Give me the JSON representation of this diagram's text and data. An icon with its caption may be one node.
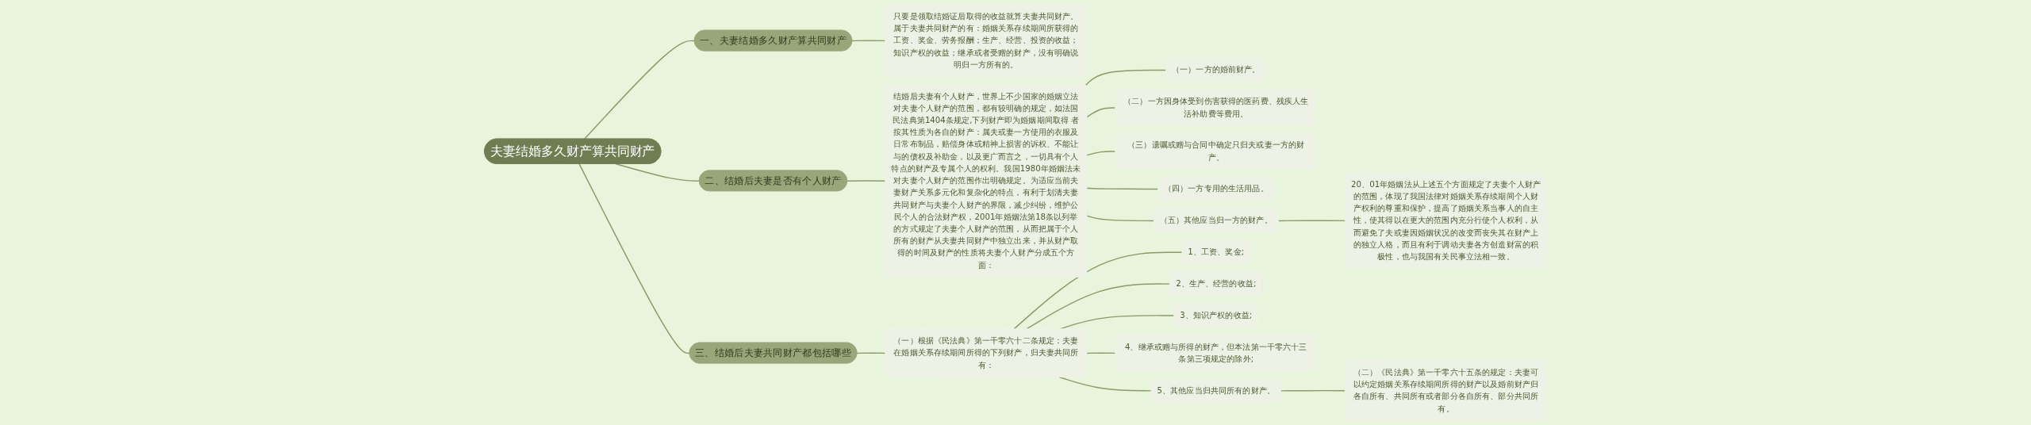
{
  "diagram": {
    "nodes": [
      {
        "text": [
          "夫妻结婚多久财产算共同财产"
        ]
      },
      {
        "text": [
          "一、夫妻结婚多久财产算共同财产"
        ]
      },
      {
        "text": [
          "只要是领取结婚证后取得的收益就算夫妻共同财产。属于夫妻共同财产的有：婚姻关系存续期间所获得的工资、奖金、劳务报酬；生产、经营、投资的收益；知识产权的收益；继承或者受赠的财产，没有明确说明归一方所有的。"
        ]
      },
      {
        "text": [
          "二、结婚后夫妻是否有个人财产"
        ]
      },
      {
        "text": [
          "结婚后夫妻有个人财产，世界上不少国家的婚姻立法对夫妻个人财产的范围，都有较明确的规定，如法国民法典第1404条规定,下列财产即为婚姻期间取得 者按其性质为各自的财产：属夫或妻一方使用的衣服及日常布制品，赔偿身体或精神上损害的诉权、不能让与的债权及补助金，以及更广而言之，一切具有个人特点的财产及专属个人的权利。我国1980年婚姻法未对夫妻个人财产的范围作出明确规定。为适应当前夫妻财产关系多元化和复杂化的特点，有利于划清夫妻共同财产与夫妻个人财产的界限，减少纠纷，维护公民个人的合法财产权，2001年婚姻法第18条以列举的方式规定了夫妻个人财产的范围，从而把属于个人所有的财产从夫妻共同财产中独立出来，并从财产取得的时间及财产的性质将夫妻个人财产分成五个方面："
        ]
      },
      {
        "text": [
          "（一）一方的婚前财产。"
        ]
      },
      {
        "text": [
          "（二）一方因身体受到伤害获得的医药费、残疾人生活补助费等费用。"
        ]
      },
      {
        "text": [
          "（三）遗嘱或赠与合同中确定只归夫或妻一方的财产。"
        ]
      },
      {
        "text": [
          "（四）一方专用的生活用品。"
        ]
      },
      {
        "text": [
          "（五）其他应当归一方的财产。"
        ]
      },
      {
        "text": [
          "20、01年婚姻法从上述五个方面规定了夫妻个人财产的范围，体现了我国法律对婚姻关系存续期间个人财产权利的尊重和保护，提高了婚姻关系当事人的自主性，使其得以在更大的范围内充分行使个人权利，从而避免了夫或妻因婚姻状况的改变而丧失其在财产上的独立人格，而且有利于调动夫妻各方创造财富的积极性，也与我国有关民事立法相一致。"
        ]
      },
      {
        "text": [
          "三、结婚后夫妻共同财产都包括哪些"
        ]
      },
      {
        "text": [
          "（一）根据《民法典》第一千零六十二条规定：夫妻在婚姻关系存续期间所得的下列财产，归夫妻共同所有："
        ]
      },
      {
        "text": [
          "1、工资、奖金;"
        ]
      },
      {
        "text": [
          "2、生产、经营的收益;"
        ]
      },
      {
        "text": [
          "3、知识产权的收益;"
        ]
      },
      {
        "text": [
          "4、继承或赠与所得的财产，但本法第一千零六十三条第三项规定的除外;"
        ]
      },
      {
        "text": [
          "5、其他应当归共同所有的财产。"
        ]
      },
      {
        "text": [
          "（二）《民法典》第一千零六十五条的规定：夫妻可以约定婚姻关系存续期间所得的财产以及婚前财产归各自所有、共同所有或者部分各自所有、部分共同所有。"
        ]
      }
    ],
    "edges": [
      {
        "from": 0,
        "to": 1,
        "arrow": "none"
      },
      {
        "from": 1,
        "to": 2,
        "arrow": "none"
      },
      {
        "from": 0,
        "to": 3,
        "arrow": "none"
      },
      {
        "from": 3,
        "to": 4,
        "arrow": "none"
      },
      {
        "from": 4,
        "to": 5,
        "arrow": "none"
      },
      {
        "from": 4,
        "to": 6,
        "arrow": "none"
      },
      {
        "from": 4,
        "to": 7,
        "arrow": "none"
      },
      {
        "from": 4,
        "to": 8,
        "arrow": "none"
      },
      {
        "from": 4,
        "to": 9,
        "arrow": "none"
      },
      {
        "from": 9,
        "to": 10,
        "arrow": "none"
      },
      {
        "from": 0,
        "to": 11,
        "arrow": "none"
      },
      {
        "from": 11,
        "to": 12,
        "arrow": "none"
      },
      {
        "from": 12,
        "to": 13,
        "arrow": "none"
      },
      {
        "from": 12,
        "to": 14,
        "arrow": "none"
      },
      {
        "from": 12,
        "to": 15,
        "arrow": "none"
      },
      {
        "from": 12,
        "to": 16,
        "arrow": "none"
      },
      {
        "from": 12,
        "to": 17,
        "arrow": "none"
      },
      {
        "from": 17,
        "to": 18,
        "arrow": "none"
      }
    ]
  }
}
